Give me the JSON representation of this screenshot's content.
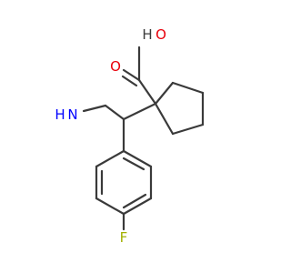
{
  "molecule": {
    "atoms": {
      "hydroxyl_o": "O",
      "hydroxyl_h": "H",
      "carbonyl_o": "O",
      "amine_h2": "H",
      "amine_n": "N",
      "fluorine": "F"
    },
    "colors": {
      "bond": "#3a3a3a",
      "oxygen": "#e8000b",
      "nitrogen": "#0000ff",
      "fluorine": "#a2b000",
      "hydrogen": "#3a3a3a"
    }
  }
}
